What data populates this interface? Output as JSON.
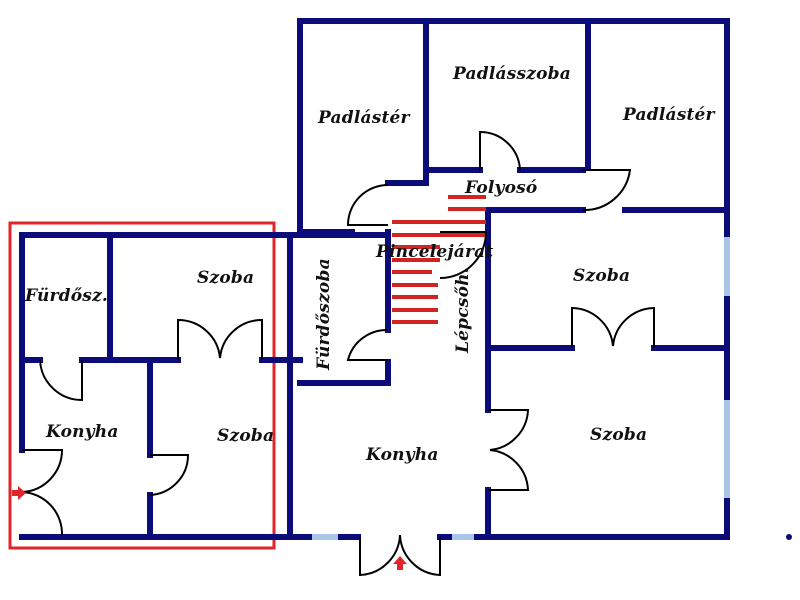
{
  "plan": {
    "colors": {
      "wall": "#0b0b7a",
      "window": "#a9c6e8",
      "stair": "#d32424",
      "highlight": "#e0262a",
      "door": "#000000"
    },
    "rooms": {
      "padlaster_left": "Padlástér",
      "padlasszoba": "Padlásszoba",
      "padlaster_right": "Padlástér",
      "folyoso": "Folyosó",
      "pincelejarat": "Pincelejárat",
      "lepcsohaz": "Lépcsőh.",
      "furdoszoba": "Fürdőszoba",
      "szoba_upper_right": "Szoba",
      "szoba_lower_right": "Szoba",
      "konyha_center": "Konyha",
      "furdosz_left": "Fürdősz.",
      "szoba_left_top": "Szoba",
      "konyha_left": "Konyha",
      "szoba_left_bottom": "Szoba"
    }
  }
}
